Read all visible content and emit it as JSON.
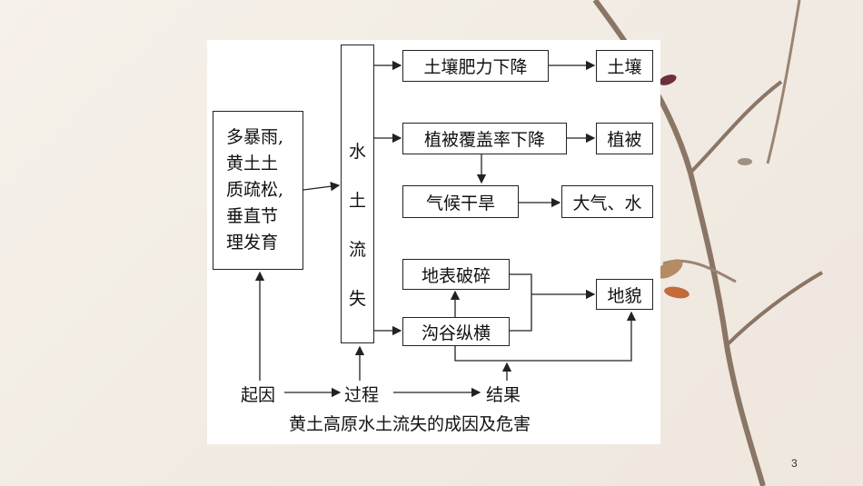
{
  "diagram": {
    "cause": [
      "多暴雨,",
      "黄土土",
      "质疏松,",
      "垂直节",
      "理发育"
    ],
    "process_chars": [
      "水",
      "土",
      "流",
      "失"
    ],
    "results": {
      "soil_fertility": "土壤肥力下降",
      "soil": "土壤",
      "vegetation_cover": "植被覆盖率下降",
      "vegetation": "植被",
      "climate": "气候干旱",
      "atmosphere_water": "大气、水",
      "surface": "地表破碎",
      "gully": "沟谷纵横",
      "landform": "地貌"
    },
    "flow": {
      "cause_label": "起因",
      "process_label": "过程",
      "result_label": "结果"
    },
    "caption": "黄土高原水土流失的成因及危害"
  },
  "slide": {
    "page_number": "3"
  }
}
